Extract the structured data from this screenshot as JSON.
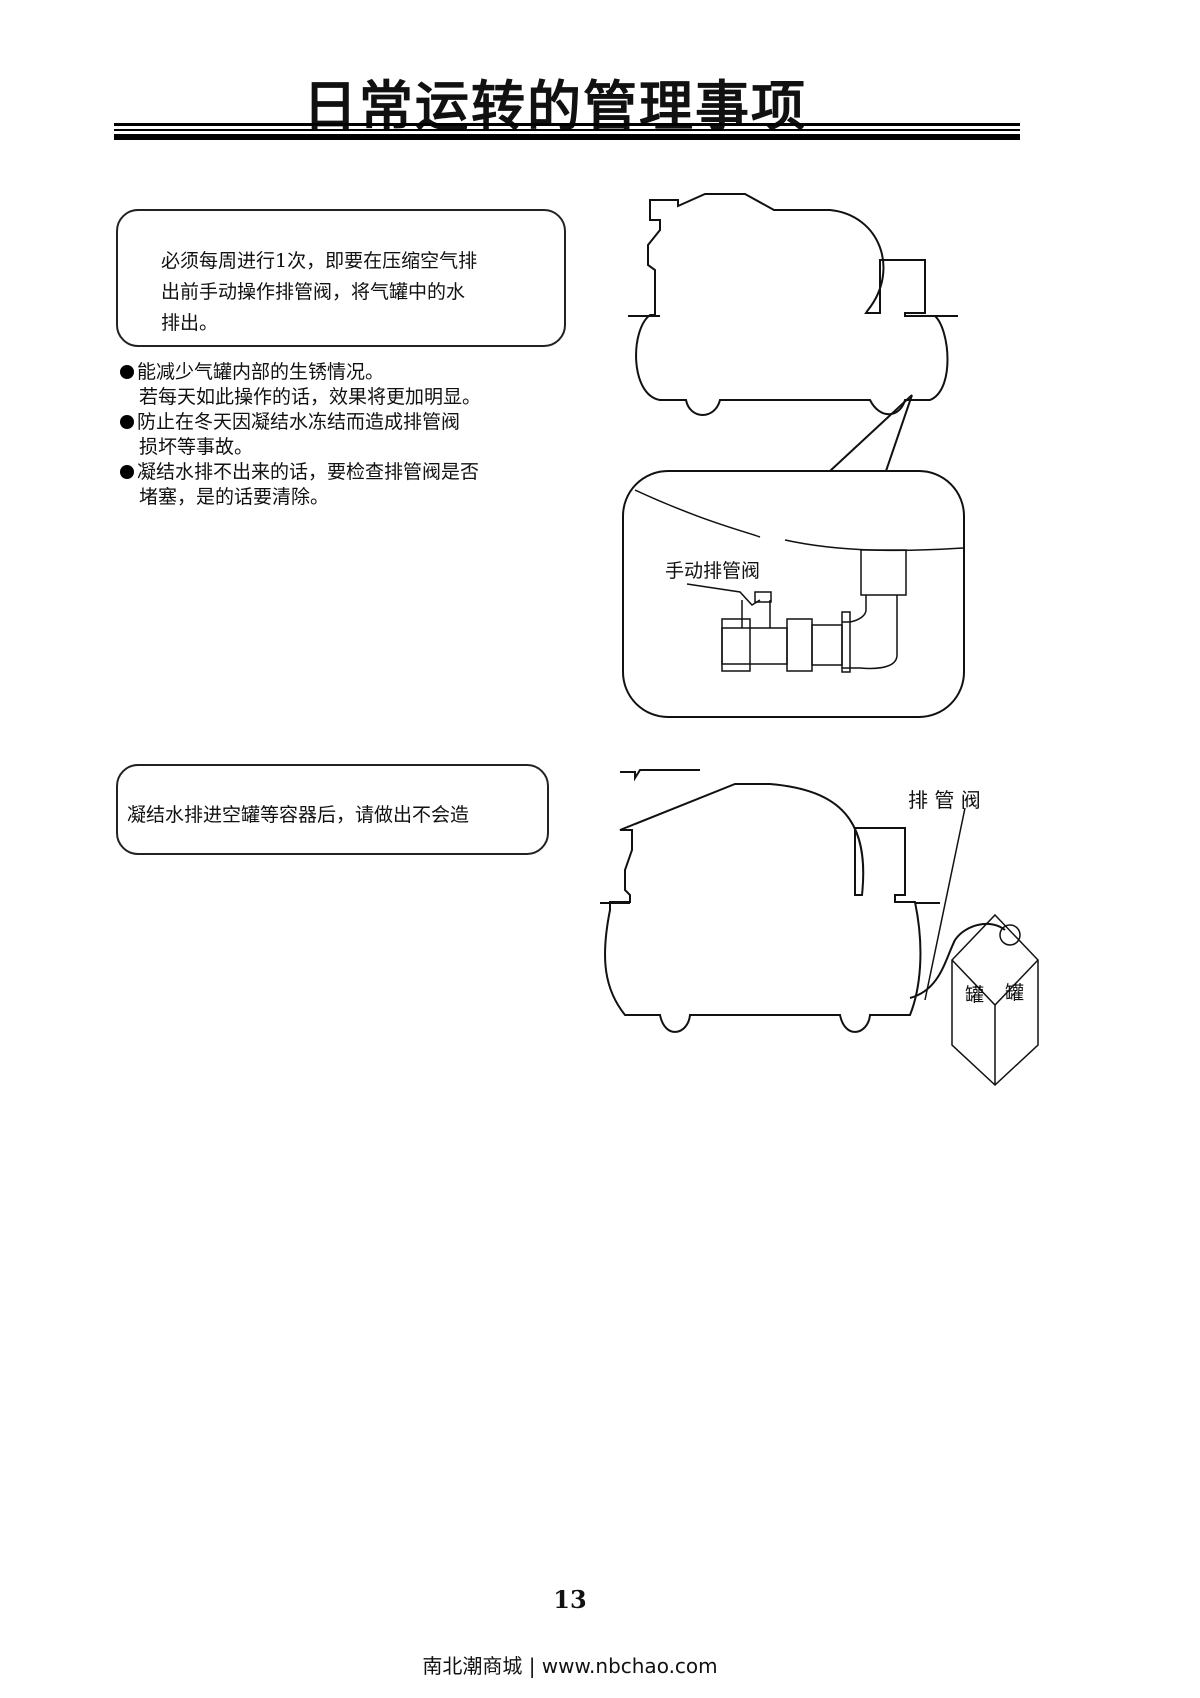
{
  "title": "日常运转的管理事项",
  "note1": {
    "lines": [
      "必须每周进行1次，即要在压缩空气排",
      "出前手动操作排管阀，将气罐中的水",
      "排出。"
    ]
  },
  "bullets": [
    {
      "lines": [
        "能减少气罐内部的生锈情况。",
        "若每天如此操作的话，效果将更加明显。"
      ]
    },
    {
      "lines": [
        "防止在冬天因凝结水冻结而造成排管阀",
        "损坏等事故。"
      ]
    },
    {
      "lines": [
        "凝结水排不出来的话，要检查排管阀是否",
        "堵塞，是的话要清除。"
      ]
    }
  ],
  "figure1": {
    "valve_label": "手动排管阀"
  },
  "note2": {
    "text": "凝结水排进空罐等容器后，请做出不会造"
  },
  "figure2": {
    "valve_label": "排 管 阀",
    "can_label_left": "罐",
    "can_label_right": "罐"
  },
  "page_number": "13",
  "footer": "南北潮商城 | www.nbchao.com"
}
